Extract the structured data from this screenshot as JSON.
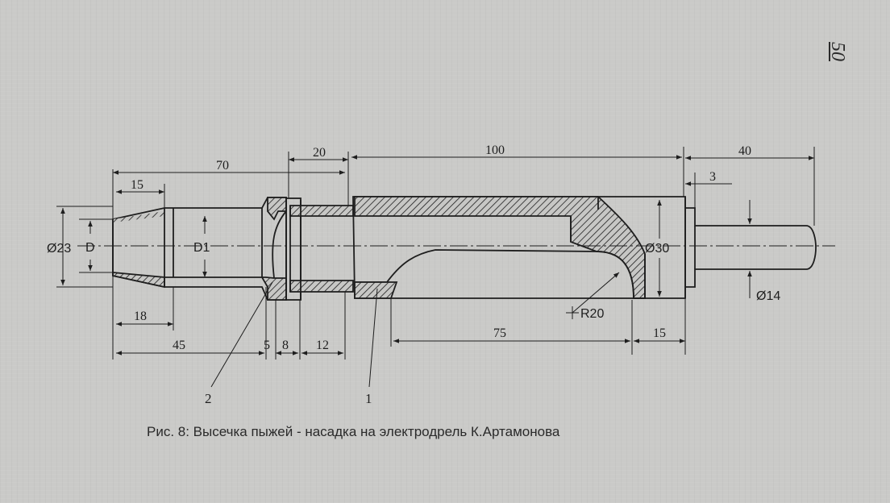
{
  "page_number": "50",
  "caption": "Рис. 8: Высечка пыжей - насадка на электродрель К.Артамонова",
  "dimensions": {
    "d70": "70",
    "d20": "20",
    "d100": "100",
    "d40": "40",
    "d15_top": "15",
    "d3": "3",
    "dia23": "Ø23",
    "D": "D",
    "D1": "D1",
    "dia30": "Ø30",
    "dia14": "Ø14",
    "r20": "R20",
    "d18": "18",
    "d45": "45",
    "d5": "5",
    "d8": "8",
    "d12": "12",
    "d75": "75",
    "d15_bottom": "15"
  },
  "part_labels": {
    "part1": "1",
    "part2": "2"
  },
  "colors": {
    "paper": "#cacac8",
    "ink": "#1e1e1e"
  }
}
